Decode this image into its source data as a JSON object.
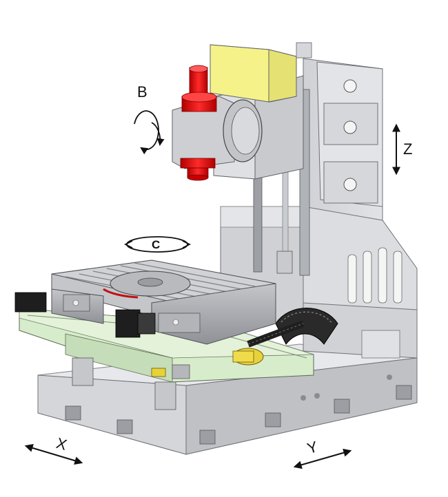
{
  "diagram": {
    "axes": {
      "b": "B",
      "c": "C",
      "z": "Z",
      "x": "X",
      "y": "Y"
    },
    "colors": {
      "frame": "#d9dadd",
      "frame_dark": "#a9abb0",
      "spindle_red": "#e01010",
      "motor_yellow": "#f4f08a",
      "rail_green": "#d7eccb",
      "cable_chain": "#2a2a2a",
      "table_grey": "#b9bbc0",
      "motor_black": "#1e1e1e",
      "accent_yellow": "#e8d23a"
    }
  }
}
